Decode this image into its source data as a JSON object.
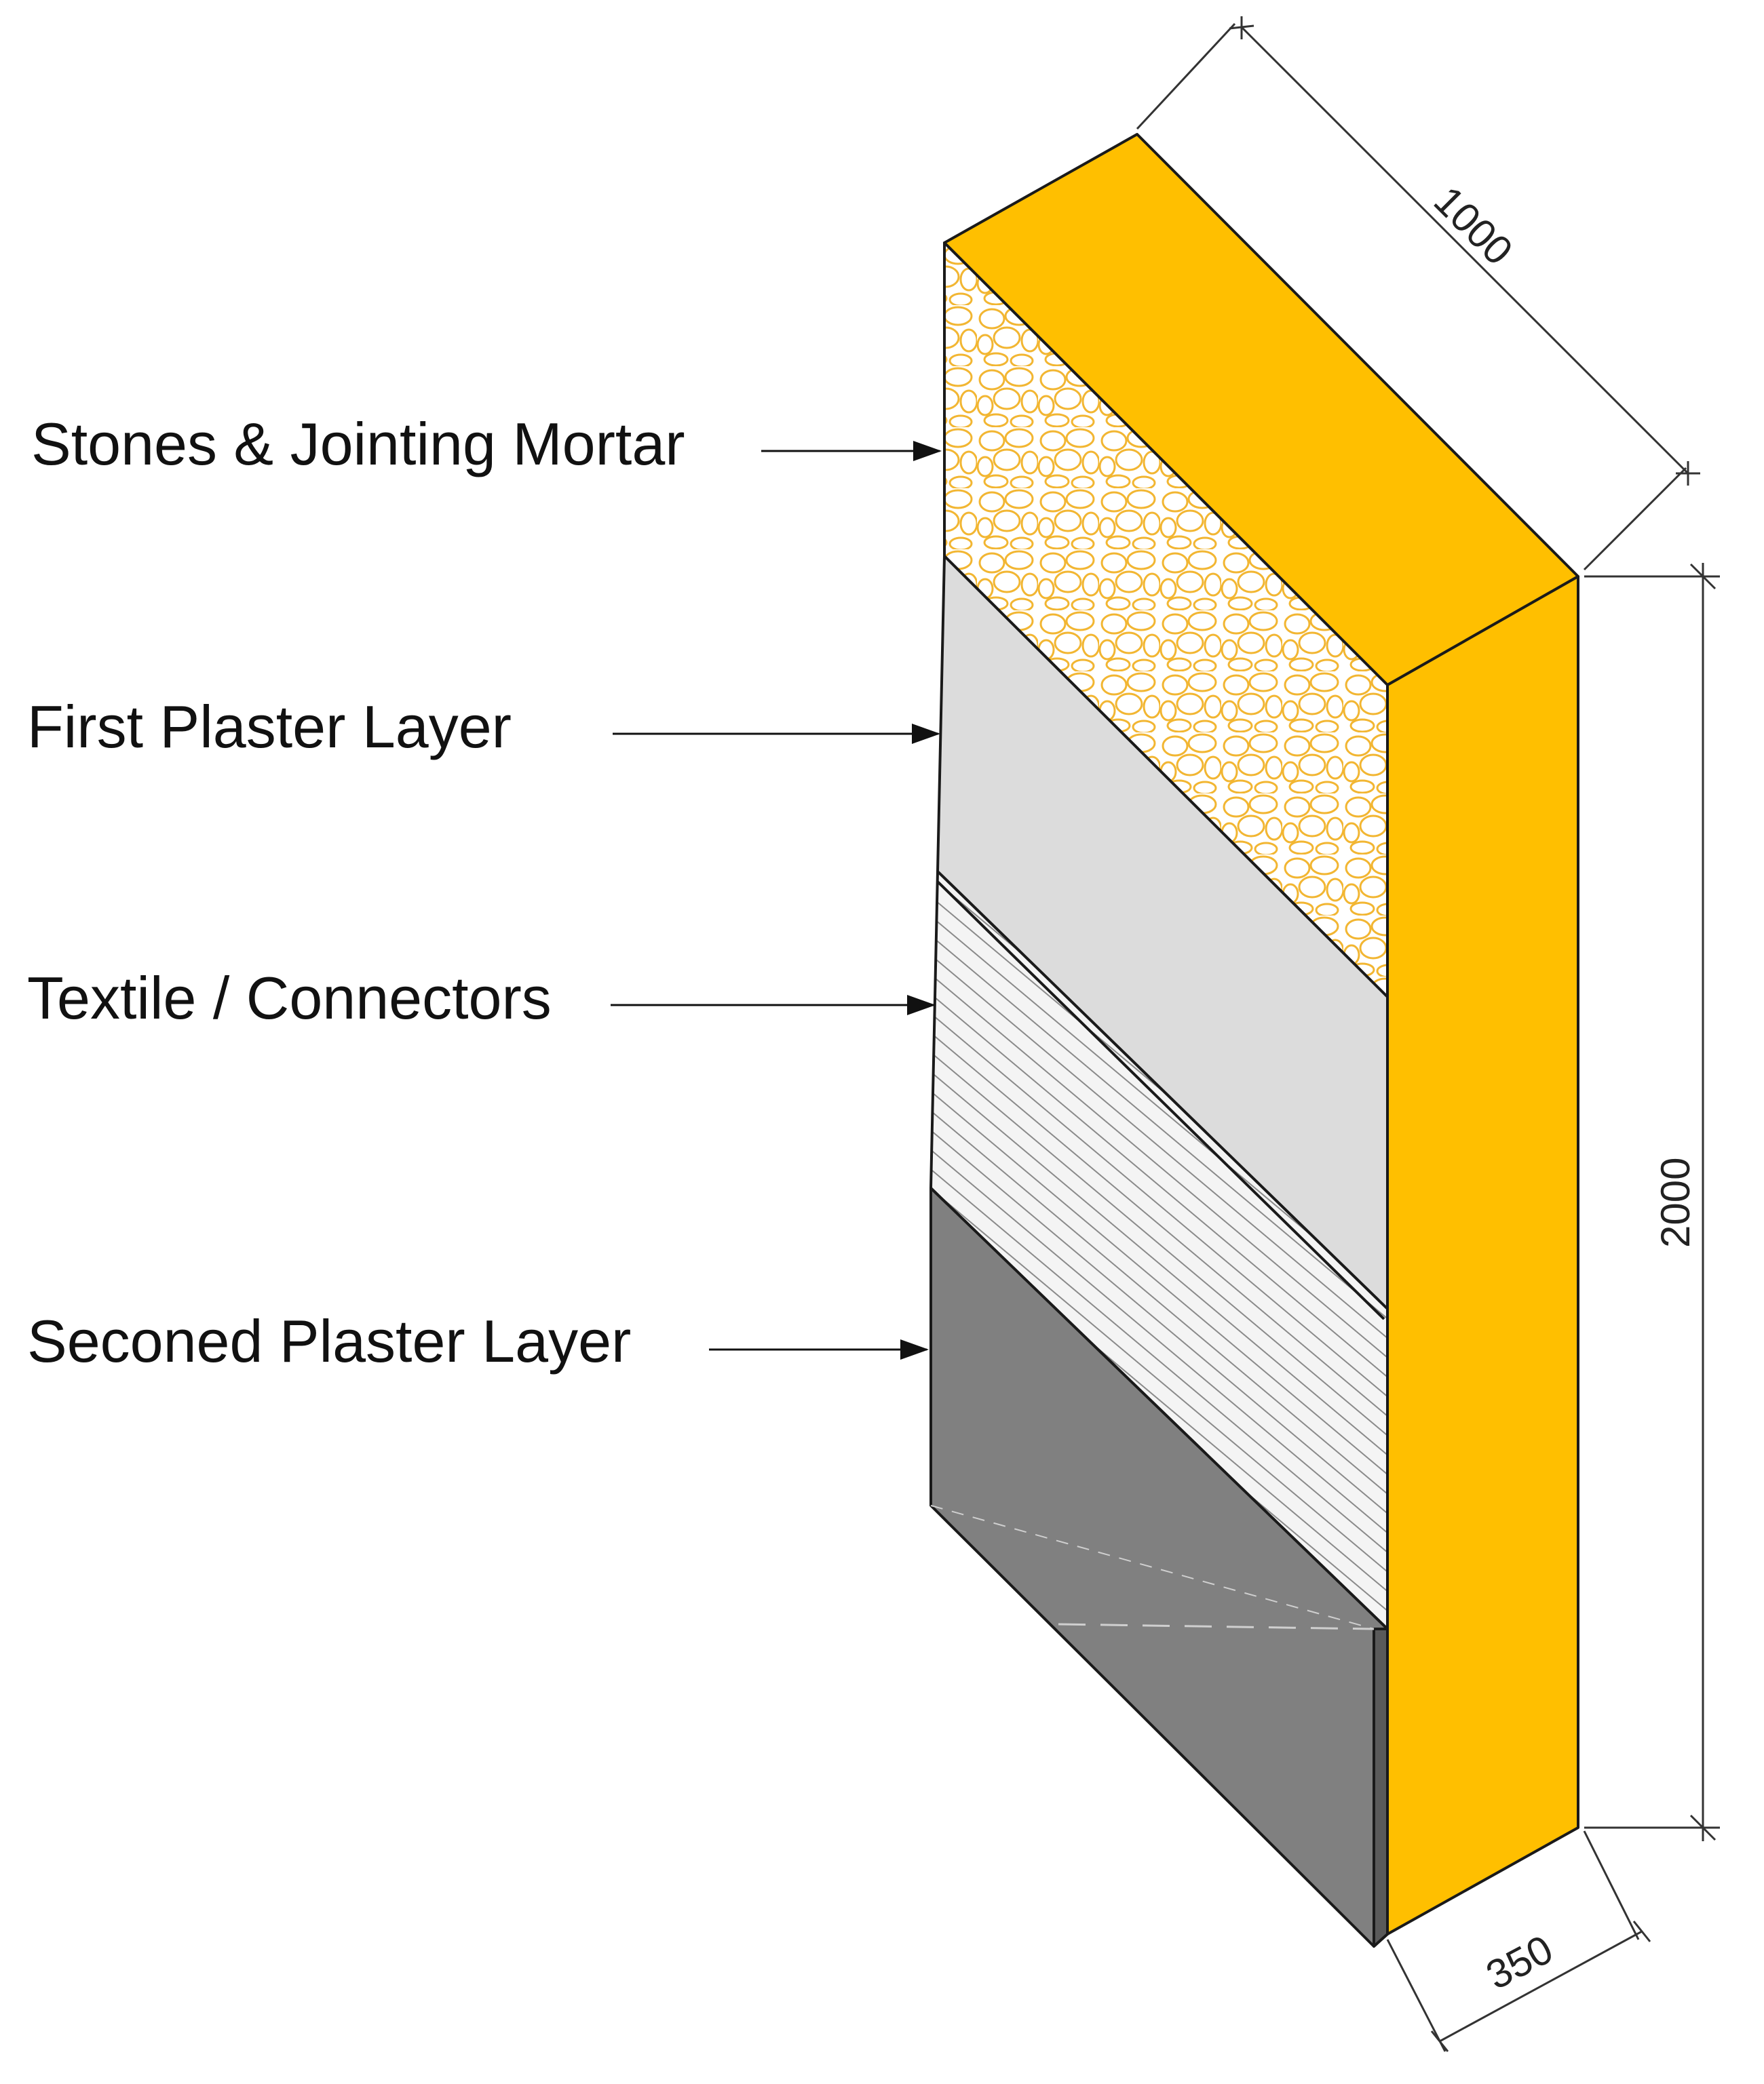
{
  "labels": {
    "stones": "Stones & Jointing Mortar",
    "first_plaster": "First Plaster Layer",
    "textile": "Textile / Connectors",
    "second_plaster": "Seconed Plaster Layer"
  },
  "dimensions": {
    "length": "1000",
    "height": "2000",
    "thickness": "350"
  },
  "colors": {
    "masonry": "#FFBF00",
    "stone_outline": "#F2B632",
    "first_plaster": "#DCDCDC",
    "textile": "#F4F4F4",
    "textile_hatch": "#8A8A8A",
    "second_plaster": "#808080",
    "second_plaster_edge": "#5A5A5A"
  }
}
